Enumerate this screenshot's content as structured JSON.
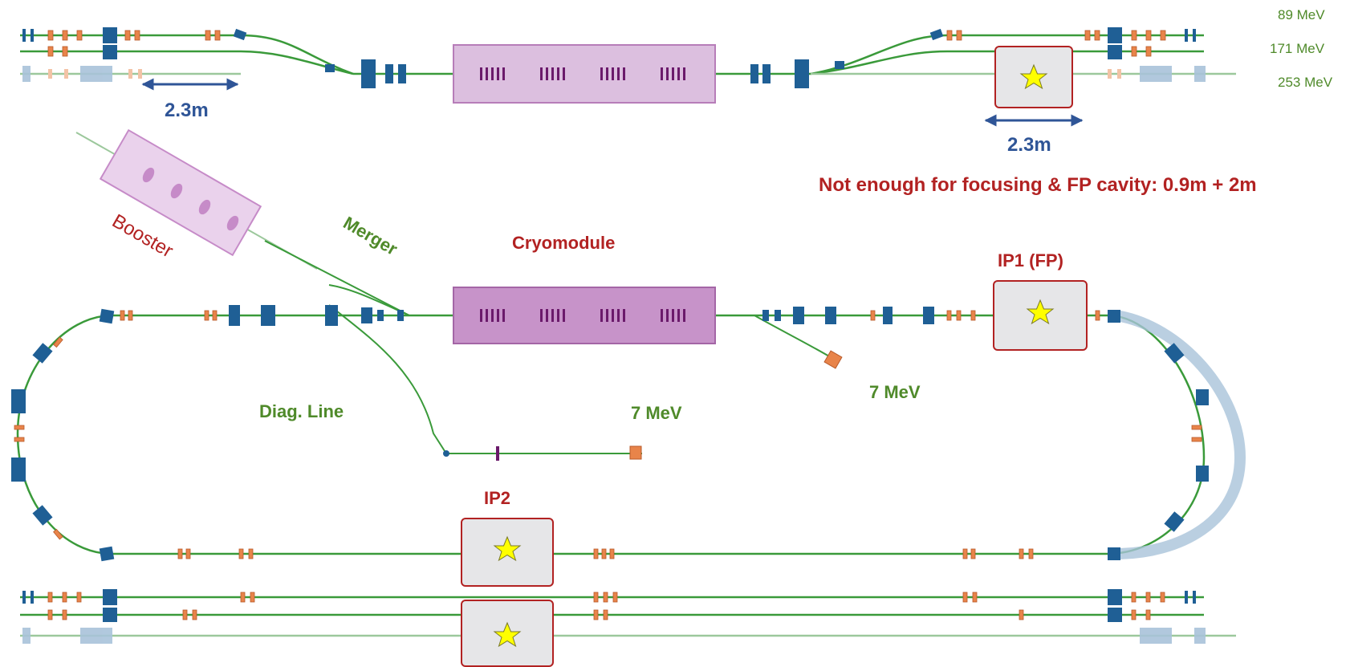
{
  "energies": [
    "89 MeV",
    "171 MeV",
    "253 MeV"
  ],
  "top_length_left": "2.3m",
  "top_length_right": "2.3m",
  "warning": "Not enough for focusing & FP cavity: 0.9m + 2m",
  "booster": "Booster",
  "merger": "Merger",
  "cryomodule": "Cryomodule",
  "ip1": "IP1 (FP)",
  "ip2": "IP2",
  "diag_line": "Diag. Line",
  "dump_energy_1": "7 MeV",
  "dump_energy_2": "7 MeV",
  "colors": {
    "beamline": "#3a9a3a",
    "dipole": "#1f5f95",
    "quad": "#e8844a",
    "cryomodule": "#c68bc8",
    "cavity": "#6b1a6b",
    "ip_box": "#b22222",
    "star": "#ffff00",
    "green_text": "#4f8a2a",
    "red_text": "#b22222",
    "blue_text": "#2f5597"
  },
  "icons": [
    "star-icon",
    "double-arrow-icon"
  ]
}
